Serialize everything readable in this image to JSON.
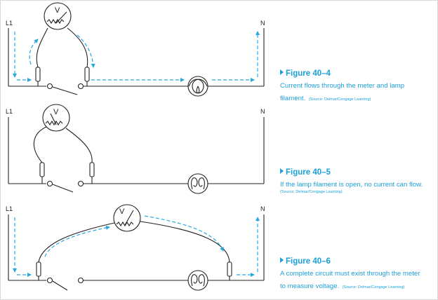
{
  "terminals": {
    "l1": "L1",
    "n": "N"
  },
  "meter_symbol": "V",
  "figures": [
    {
      "heading": "Figure 40–4",
      "text": "Current flows through the meter and lamp filament.",
      "source": "(Source: Delmar/Cengage Learning)"
    },
    {
      "heading": "Figure 40–5",
      "text": "If the lamp filament is open, no current can flow.",
      "source": "(Source: Delmar/Cengage Learning)"
    },
    {
      "heading": "Figure 40–6",
      "text": "A complete circuit must exist through the meter to measure voltage.",
      "source": "(Source: Delmar/Cengage Learning)"
    }
  ],
  "colors": {
    "wire": "#222222",
    "flow": "#29a8e0",
    "caption": "#1a9fd9"
  }
}
